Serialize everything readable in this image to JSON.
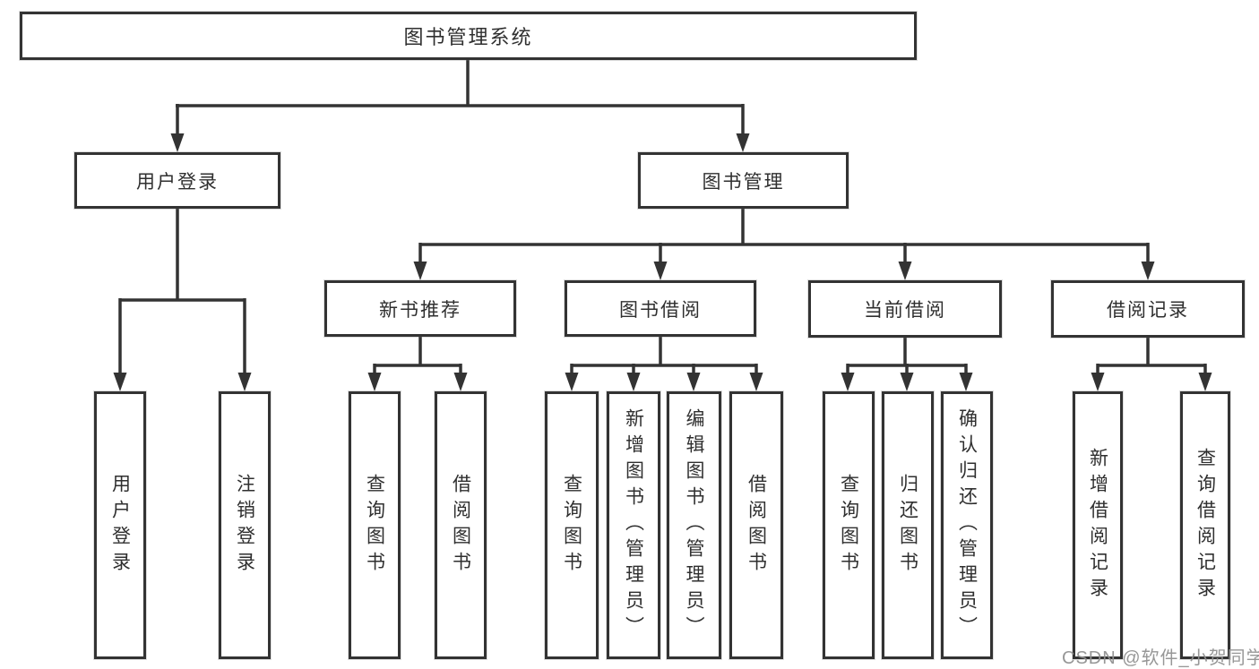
{
  "diagram": {
    "title": "图书管理系统",
    "tree": {
      "root": {
        "label": "图书管理系统"
      },
      "branches": [
        {
          "label": "用户登录",
          "children": [
            {
              "label": "用户登录"
            },
            {
              "label": "注销登录"
            }
          ]
        },
        {
          "label": "图书管理",
          "children": [
            {
              "label": "新书推荐",
              "children": [
                {
                  "label": "查询图书"
                },
                {
                  "label": "借阅图书"
                }
              ]
            },
            {
              "label": "图书借阅",
              "children": [
                {
                  "label": "查询图书"
                },
                {
                  "label": "新增图书（管理员）"
                },
                {
                  "label": "编辑图书（管理员）"
                },
                {
                  "label": "借阅图书"
                }
              ]
            },
            {
              "label": "当前借阅",
              "children": [
                {
                  "label": "查询图书"
                },
                {
                  "label": "归还图书"
                },
                {
                  "label": "确认归还（管理员）"
                }
              ]
            },
            {
              "label": "借阅记录",
              "children": [
                {
                  "label": "新增借阅记录"
                },
                {
                  "label": "查询借阅记录"
                }
              ]
            }
          ]
        }
      ]
    },
    "colors": {
      "line": "#333333",
      "text": "#2f2f2f",
      "watermark": "#919191",
      "background": "#ffffff"
    }
  },
  "watermark": {
    "text": "CSDN @软件_小贺同学"
  }
}
